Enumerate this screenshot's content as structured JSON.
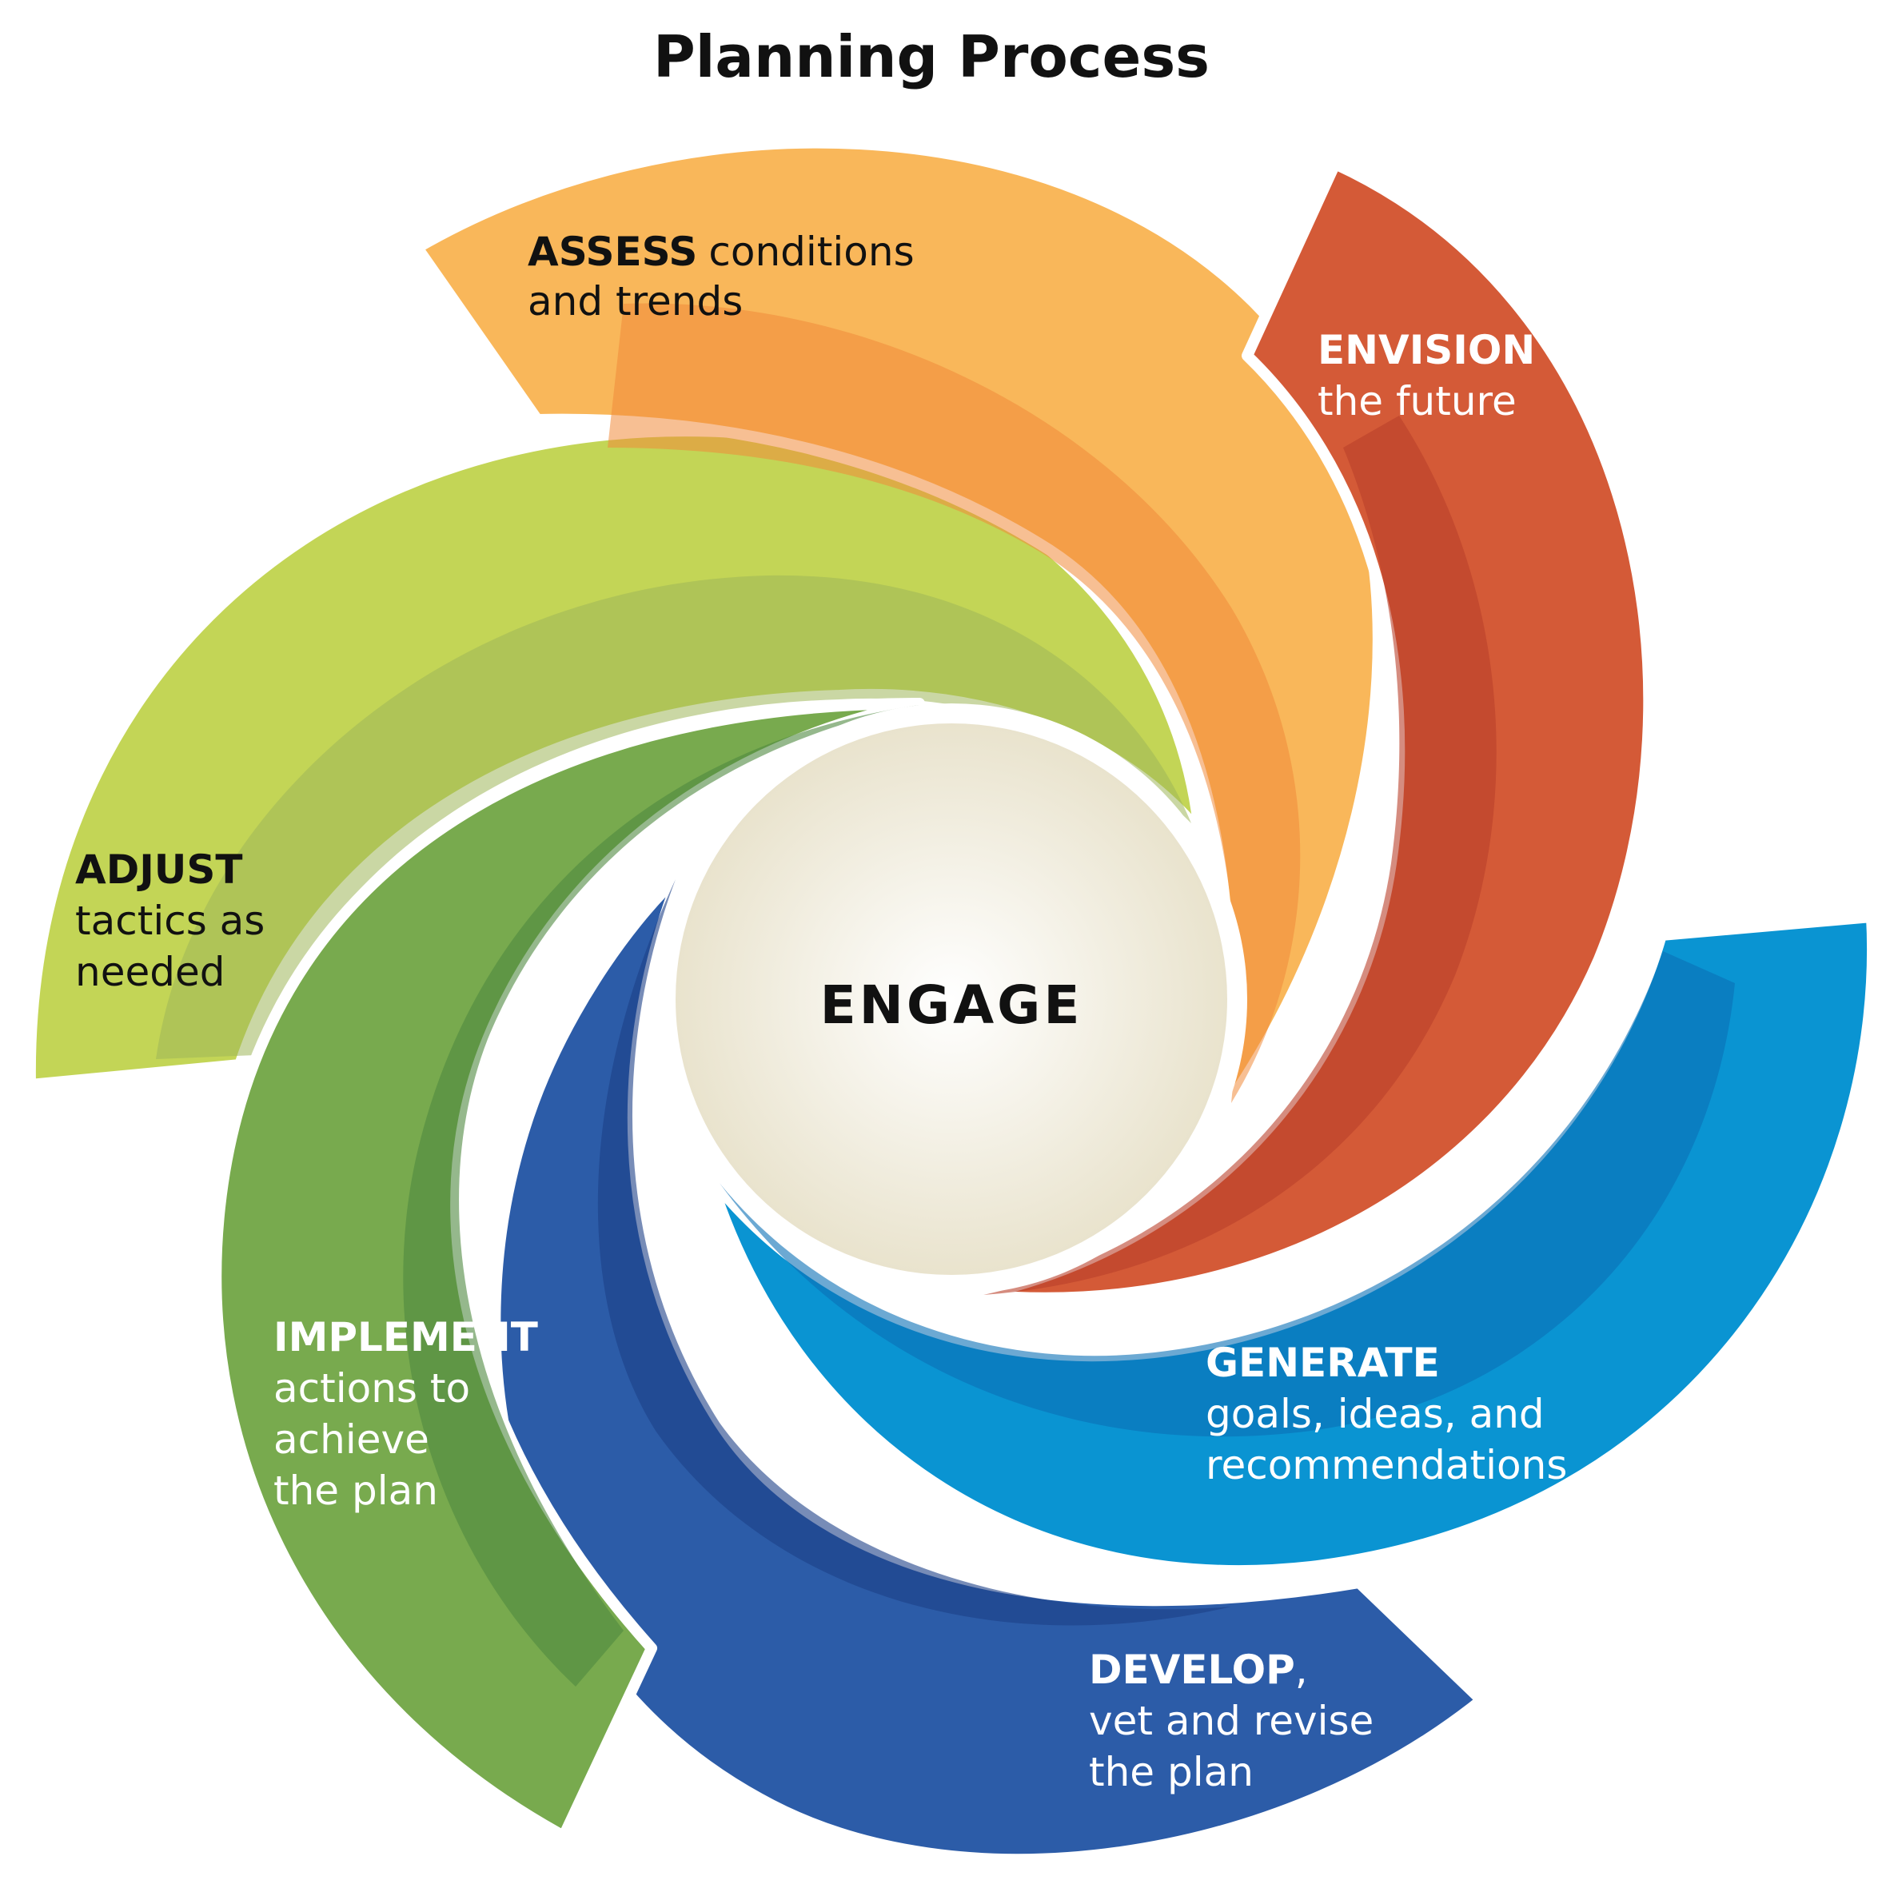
{
  "title": "Planning Process",
  "center": {
    "label": "ENGAGE",
    "color": "#f1ecdb"
  },
  "steps": [
    {
      "id": "assess",
      "keyword": "ASSESS",
      "rest_first_line": "conditions",
      "lines": [
        "and trends"
      ],
      "color": "#f9b75a",
      "shade": "#f08b3a",
      "text_color": "#111111"
    },
    {
      "id": "envision",
      "keyword": "ENVISION",
      "rest_first_line": "",
      "lines": [
        "the future"
      ],
      "color": "#d45a37",
      "shade": "#b9402a",
      "text_color": "#ffffff"
    },
    {
      "id": "generate",
      "keyword": "GENERATE",
      "rest_first_line": "",
      "lines": [
        "goals, ideas, and",
        "recommendations"
      ],
      "color": "#0a94d2",
      "shade": "#0a6fb5",
      "text_color": "#ffffff"
    },
    {
      "id": "develop",
      "keyword": "DEVELOP",
      "rest_first_line": ",",
      "lines": [
        "vet and revise",
        "the plan"
      ],
      "color": "#2c5ca8",
      "shade": "#1c3f87",
      "text_color": "#ffffff"
    },
    {
      "id": "implement",
      "keyword": "IMPLEMENT",
      "rest_first_line": "",
      "lines": [
        "actions to",
        "achieve",
        "the plan"
      ],
      "color": "#78aa4e",
      "shade": "#4e8840",
      "text_color": "#ffffff"
    },
    {
      "id": "adjust",
      "keyword": "ADJUST",
      "rest_first_line": "",
      "lines": [
        "tactics as",
        "needed"
      ],
      "color": "#c3d556",
      "shade": "#9fb75a",
      "text_color": "#111111"
    }
  ]
}
